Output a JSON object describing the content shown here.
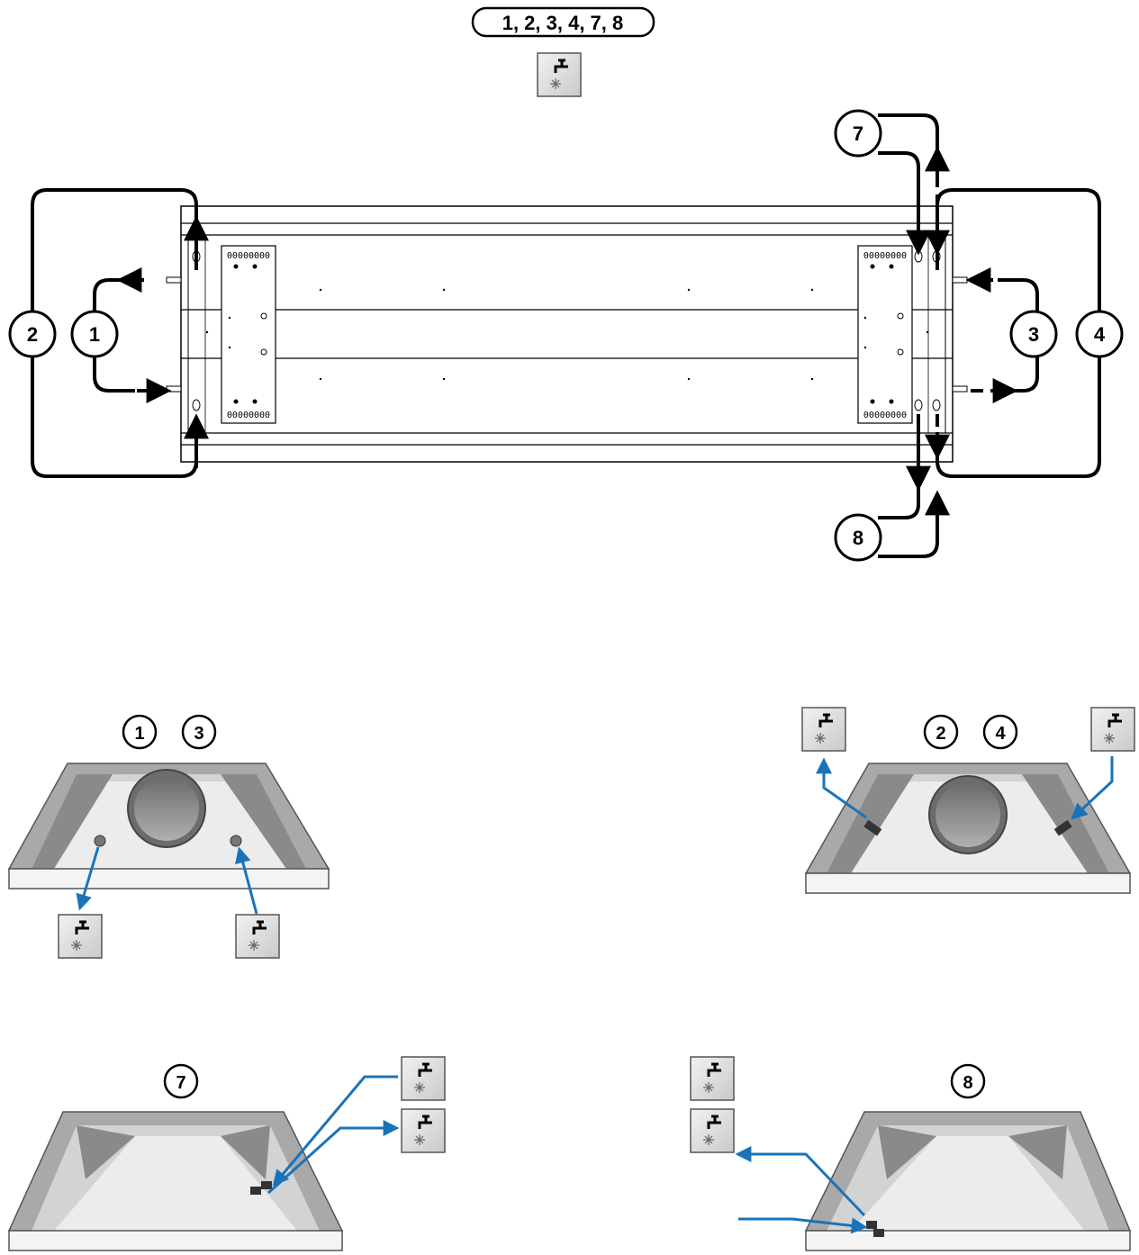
{
  "header": {
    "label": "1, 2, 3, 4, 7, 8",
    "icon": "water-tap-icon"
  },
  "callouts": {
    "c1": "1",
    "c2": "2",
    "c3": "3",
    "c4": "4",
    "c7": "7",
    "c8": "8"
  },
  "plate_code": "00000000",
  "views": {
    "v13": {
      "a": "1",
      "b": "3"
    },
    "v24": {
      "a": "2",
      "b": "4"
    },
    "v7": {
      "a": "7"
    },
    "v8": {
      "a": "8"
    }
  },
  "colors": {
    "line": "#000000",
    "arrow_blue": "#1a73b8",
    "metal": "#b8b8b8",
    "panel": "#e9e9e9"
  }
}
